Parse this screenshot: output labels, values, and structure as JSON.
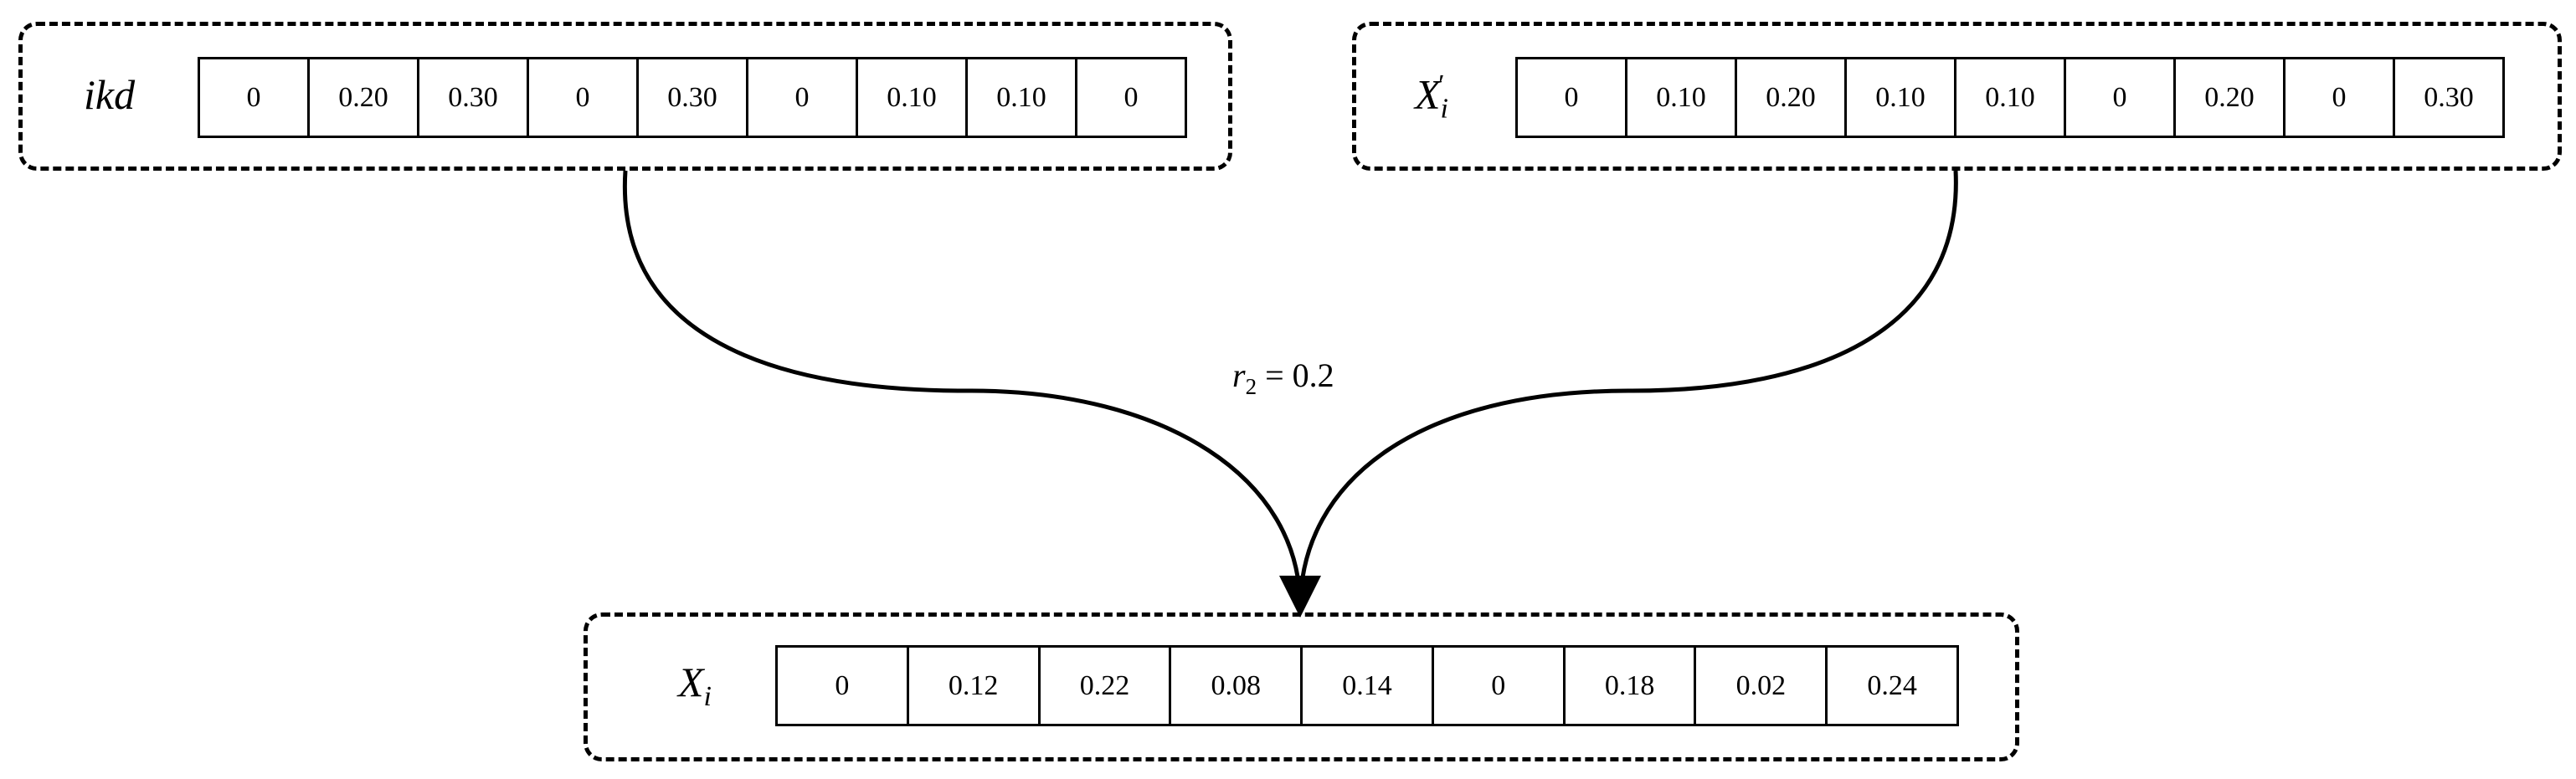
{
  "ikd": {
    "label": "ikd",
    "values": [
      "0",
      "0.20",
      "0.30",
      "0",
      "0.30",
      "0",
      "0.10",
      "0.10",
      "0"
    ]
  },
  "x_prime": {
    "label_base": "X",
    "label_sub": "i",
    "label_sup": "′",
    "values": [
      "0",
      "0.10",
      "0.20",
      "0.10",
      "0.10",
      "0",
      "0.20",
      "0",
      "0.30"
    ]
  },
  "x_i": {
    "label_base": "X",
    "label_sub": "i",
    "values": [
      "0",
      "0.12",
      "0.22",
      "0.08",
      "0.14",
      "0",
      "0.18",
      "0.02",
      "0.24"
    ]
  },
  "parameter": {
    "name": "r",
    "sub": "2",
    "relation": " = 0.2"
  }
}
